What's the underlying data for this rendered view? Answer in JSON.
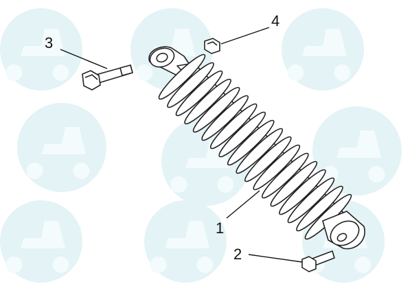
{
  "callouts": [
    {
      "number": "1",
      "part": "shock-absorber"
    },
    {
      "number": "2",
      "part": "lower-bolt"
    },
    {
      "number": "3",
      "part": "upper-bolt"
    },
    {
      "number": "4",
      "part": "nut"
    }
  ],
  "spring_coil_count": 18,
  "colors": {
    "line": "#222222",
    "watermark": "#e3f3f6"
  }
}
